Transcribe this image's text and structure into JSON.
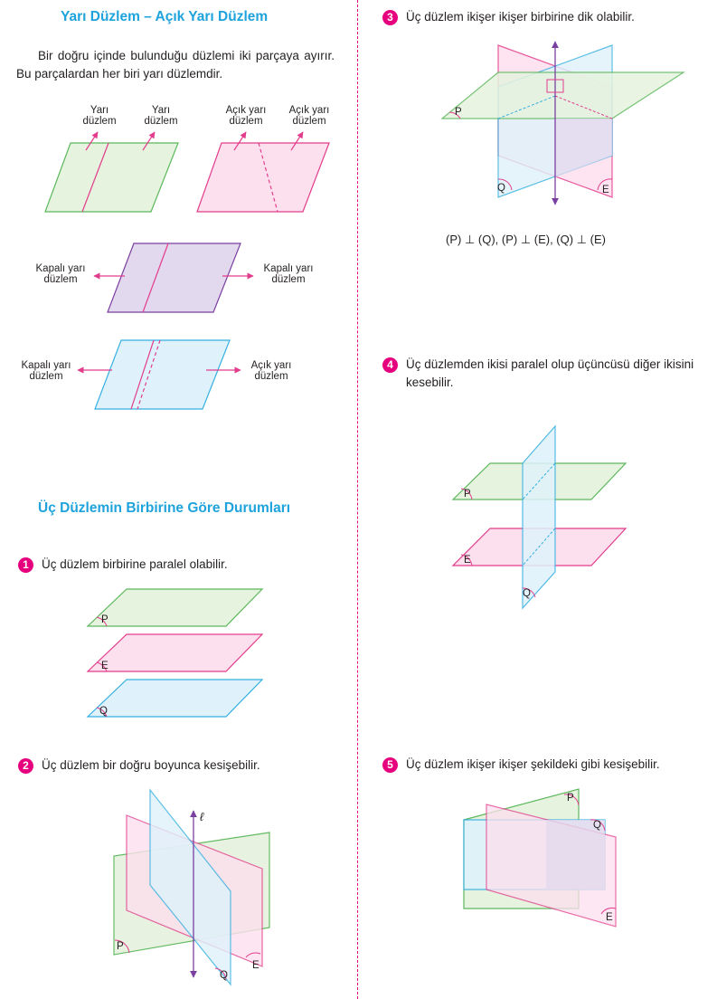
{
  "left": {
    "section1": {
      "title": "Yarı Düzlem – Açık Yarı Düzlem",
      "paragraph": "Bir doğru içinde bulunduğu düzlemi iki parçaya ayırır. Bu parçalardan her biri yarı düzlemdir.",
      "fig1": {
        "label_a": [
          "Yarı",
          "düzlem"
        ],
        "label_b": [
          "Yarı",
          "düzlem"
        ]
      },
      "fig2": {
        "label_a": [
          "Açık yarı",
          "düzlem"
        ],
        "label_b": [
          "Açık yarı",
          "düzlem"
        ]
      },
      "fig3": {
        "label_left": [
          "Kapalı yarı",
          "düzlem"
        ],
        "label_right": [
          "Kapalı yarı",
          "düzlem"
        ]
      },
      "fig4": {
        "label_left": [
          "Kapalı yarı",
          "düzlem"
        ],
        "label_right": [
          "Açık yarı",
          "düzlem"
        ]
      }
    },
    "section2": {
      "title": "Üç Düzlemin Birbirine Göre Durumları",
      "item1": {
        "number": "1",
        "text": "Üç düzlem birbirine paralel olabilir.",
        "labels": [
          "P",
          "E",
          "Q"
        ]
      },
      "item2": {
        "number": "2",
        "text": "Üç düzlem bir doğru boyunca kesişebilir.",
        "labels": [
          "P",
          "Q",
          "E"
        ],
        "line_label": "ℓ"
      }
    }
  },
  "right": {
    "item3": {
      "number": "3",
      "text": "Üç düzlem ikişer ikişer birbirine dik olabilir.",
      "labels": [
        "P",
        "Q",
        "E"
      ],
      "relation": "(P) ⊥ (Q),  (P) ⊥ (E),   (Q) ⊥ (E)"
    },
    "item4": {
      "number": "4",
      "text": "Üç düzlemden ikisi paralel olup üçüncüsü diğer ikisini kesebilir.",
      "labels": [
        "P",
        "E",
        "Q"
      ]
    },
    "item5": {
      "number": "5",
      "text": "Üç düzlem ikişer ikişer şekildeki gibi kesişebilir.",
      "labels": [
        "P",
        "Q",
        "E"
      ]
    }
  },
  "colors": {
    "heading": "#1ea3dc",
    "badge": "#e6007e",
    "green_fill": "#e6f3df",
    "green_stroke": "#5cb85c",
    "pink_fill": "#fde0ee",
    "pink_stroke": "#e23d8c",
    "blue_fill": "#dff2fb",
    "blue_stroke": "#36b0e0",
    "purple_fill": "#e3d9ee",
    "purple_stroke": "#7b3fa0"
  }
}
